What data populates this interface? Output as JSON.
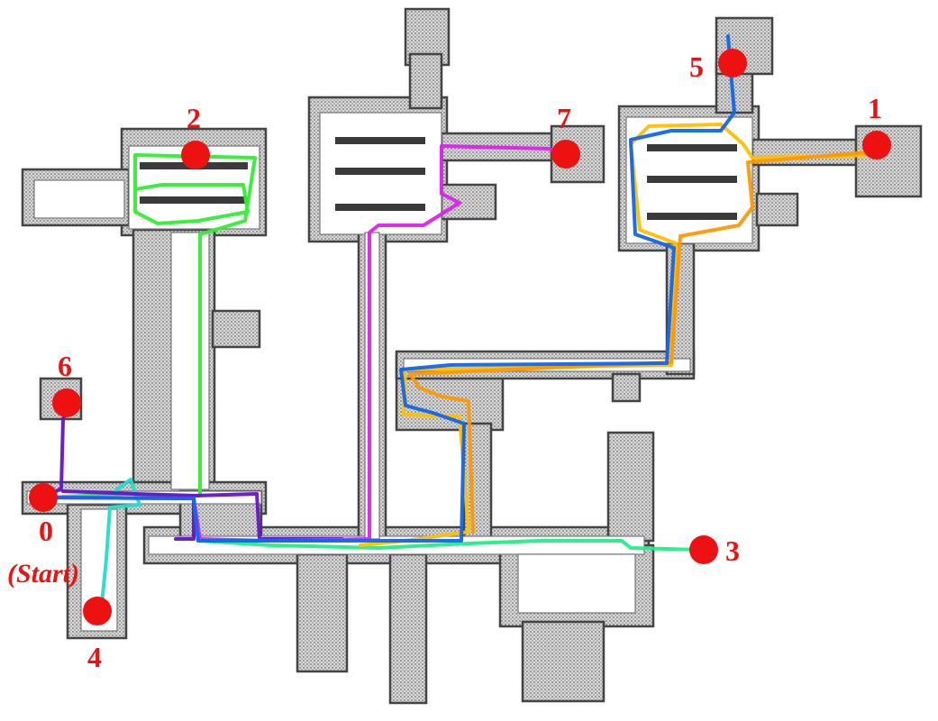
{
  "map": {
    "waypoint_color": "#ee1111",
    "wall_color": "#555555",
    "waypoints": [
      {
        "id": "wp-0",
        "label": "0",
        "sublabel": "(Start)"
      },
      {
        "id": "wp-1",
        "label": "1"
      },
      {
        "id": "wp-2",
        "label": "2"
      },
      {
        "id": "wp-3",
        "label": "3"
      },
      {
        "id": "wp-4",
        "label": "4"
      },
      {
        "id": "wp-5",
        "label": "5"
      },
      {
        "id": "wp-6",
        "label": "6"
      },
      {
        "id": "wp-7",
        "label": "7"
      }
    ],
    "trajectories": [
      {
        "id": "to-1",
        "color": "#ffc000",
        "goal": "1"
      },
      {
        "id": "to-1b",
        "color": "#ff9900",
        "goal": "1"
      },
      {
        "id": "to-2",
        "color": "#33ee33",
        "goal": "2"
      },
      {
        "id": "to-3",
        "color": "#22ee88",
        "goal": "3"
      },
      {
        "id": "to-4",
        "color": "#22ddcc",
        "goal": "4"
      },
      {
        "id": "to-5",
        "color": "#1166ee",
        "goal": "5"
      },
      {
        "id": "to-6",
        "color": "#6611cc",
        "goal": "6"
      },
      {
        "id": "to-7",
        "color": "#dd22ee",
        "goal": "7"
      }
    ]
  }
}
